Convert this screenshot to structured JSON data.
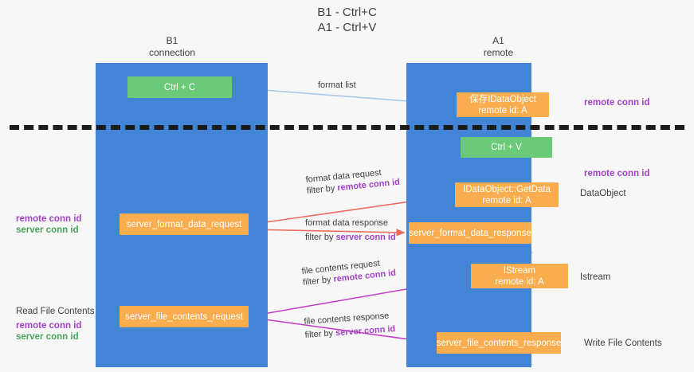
{
  "title": "B1 - Ctrl+C\nA1 - Ctrl+V",
  "columns": [
    {
      "name": "B1",
      "role": "connection"
    },
    {
      "name": "A1",
      "role": "remote"
    }
  ],
  "nodes": {
    "ctrl_c": {
      "label": "Ctrl + C",
      "color": "#6aca78"
    },
    "idataobject": {
      "label": "保存IDataObject",
      "sub": "remote id: A",
      "color": "#f9ad4f"
    },
    "ctrl_v": {
      "label": "Ctrl + V",
      "color": "#6aca78"
    },
    "getdata": {
      "label": "IDataObject::GetData",
      "sub": "remote id: A",
      "color": "#f9ad4f"
    },
    "server_format_data_request": {
      "label": "server_format_data_request",
      "color": "#f9ad4f"
    },
    "server_format_data_response": {
      "label": "server_format_data_response",
      "color": "#f9ad4f"
    },
    "istream": {
      "label": "IStream",
      "sub": "remote id: A",
      "color": "#f9ad4f"
    },
    "server_file_contents_request": {
      "label": "server_file_contents_request",
      "color": "#f9ad4f"
    },
    "server_file_contents_response": {
      "label": "server_file_contents_response",
      "color": "#f9ad4f"
    }
  },
  "edges": {
    "format_list": {
      "label": "format list"
    },
    "format_data_request": {
      "label": "format data request",
      "filter_prefix": "filter by ",
      "filter_key": "remote conn id"
    },
    "format_data_response": {
      "label": "format data response",
      "filter_prefix": "filter by ",
      "filter_key": "server conn id"
    },
    "file_contents_request": {
      "label": "file contents request",
      "filter_prefix": "filter by ",
      "filter_key": "remote conn id"
    },
    "file_contents_response": {
      "label": "file contents response",
      "filter_prefix": "filter by ",
      "filter_key": "server conn id"
    }
  },
  "annotations": {
    "remote_conn_id_top": "remote conn id",
    "remote_conn_id_mid": "remote conn id",
    "dataobject": "DataObject",
    "istream": "Istream",
    "write_file_contents": "Write File Contents",
    "read_file_contents": "Read File Contents",
    "left_remote_conn_id_1": "remote conn id",
    "left_server_conn_id_1": "server conn id",
    "left_remote_conn_id_2": "remote conn id",
    "left_server_conn_id_2": "server conn id"
  },
  "colors": {
    "lane": "#4285d6",
    "node_green": "#6aca78",
    "node_orange": "#f9ad4f",
    "purple": "#a142c4",
    "green_text": "#4aa45c",
    "arrow_blue": "#a8c7ea",
    "arrow_red": "#ec6a5e",
    "arrow_magenta": "#c23bc2",
    "arrow_black": "#1b1b1b",
    "background": "#f7f7f7"
  }
}
